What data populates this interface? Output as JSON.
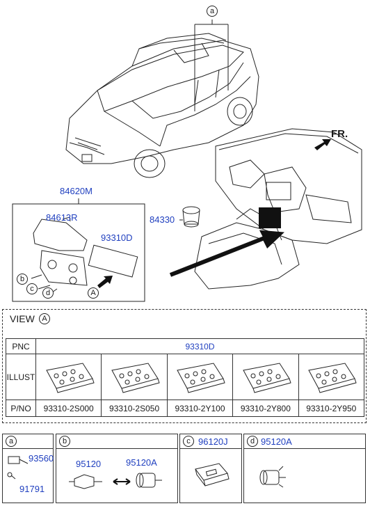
{
  "top_diagram": {
    "callout_a": "a",
    "fr_label": "FR.",
    "part_84620M": "84620M",
    "part_84613R": "84613R",
    "part_93310D": "93310D",
    "part_84330": "84330",
    "callout_b": "b",
    "callout_c": "c",
    "callout_d": "d",
    "callout_A": "A"
  },
  "view": {
    "title": "VIEW",
    "ref": "A",
    "pnc_header": "PNC",
    "pnc_value": "93310D",
    "illust_label": "ILLUST",
    "pno_label": "P/NO",
    "part_numbers": [
      "93310-2S000",
      "93310-2S050",
      "93310-2Y100",
      "93310-2Y800",
      "93310-2Y950"
    ]
  },
  "panels": {
    "a": {
      "label": "a",
      "parts": [
        "93560",
        "91791"
      ]
    },
    "b": {
      "label": "b",
      "parts": [
        "95120",
        "95120A"
      ]
    },
    "c": {
      "label": "c",
      "parts": [
        "96120J"
      ]
    },
    "d": {
      "label": "d",
      "parts": [
        "95120A"
      ]
    }
  },
  "colors": {
    "part_number_blue": "#1f3fbf",
    "line": "#333333"
  }
}
